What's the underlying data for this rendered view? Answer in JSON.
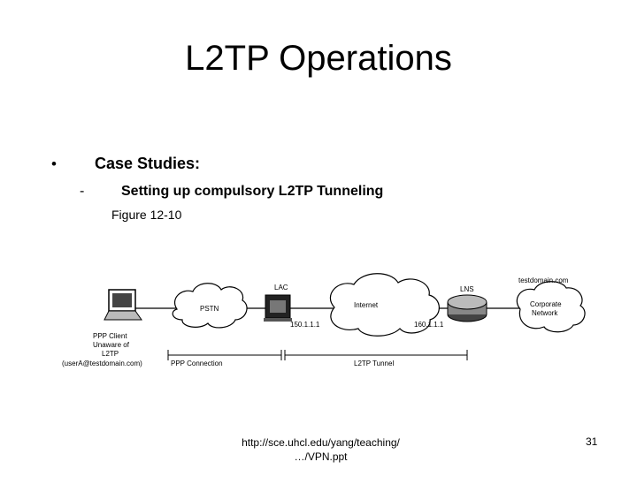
{
  "slide": {
    "title": "L2TP Operations",
    "bullet_marker": "•",
    "heading": "Case Studies:",
    "sub_marker": "-",
    "subheading": "Setting up compulsory L2TP Tunneling",
    "caption": "Figure 12-10"
  },
  "diagram": {
    "domain_label": "testdomain.com",
    "pstn_label": "PSTN",
    "lac_label": "LAC",
    "internet_label": "Internet",
    "lns_label": "LNS",
    "corporate_line1": "Corporate",
    "corporate_line2": "Network",
    "ip_lac": "150.1.1.1",
    "ip_lns": "160.1.1.1",
    "client_line1": "PPP Client",
    "client_line2": "Unaware of",
    "client_line3": "L2TP",
    "client_line4": "(userA@testdomain.com)",
    "ppp_connection_label": "PPP Connection",
    "l2tp_tunnel_label": "L2TP Tunnel"
  },
  "footer": {
    "url_line1": "http://sce.uhcl.edu/yang/teaching/",
    "url_line2": "…/VPN.ppt",
    "page_number": "31"
  }
}
